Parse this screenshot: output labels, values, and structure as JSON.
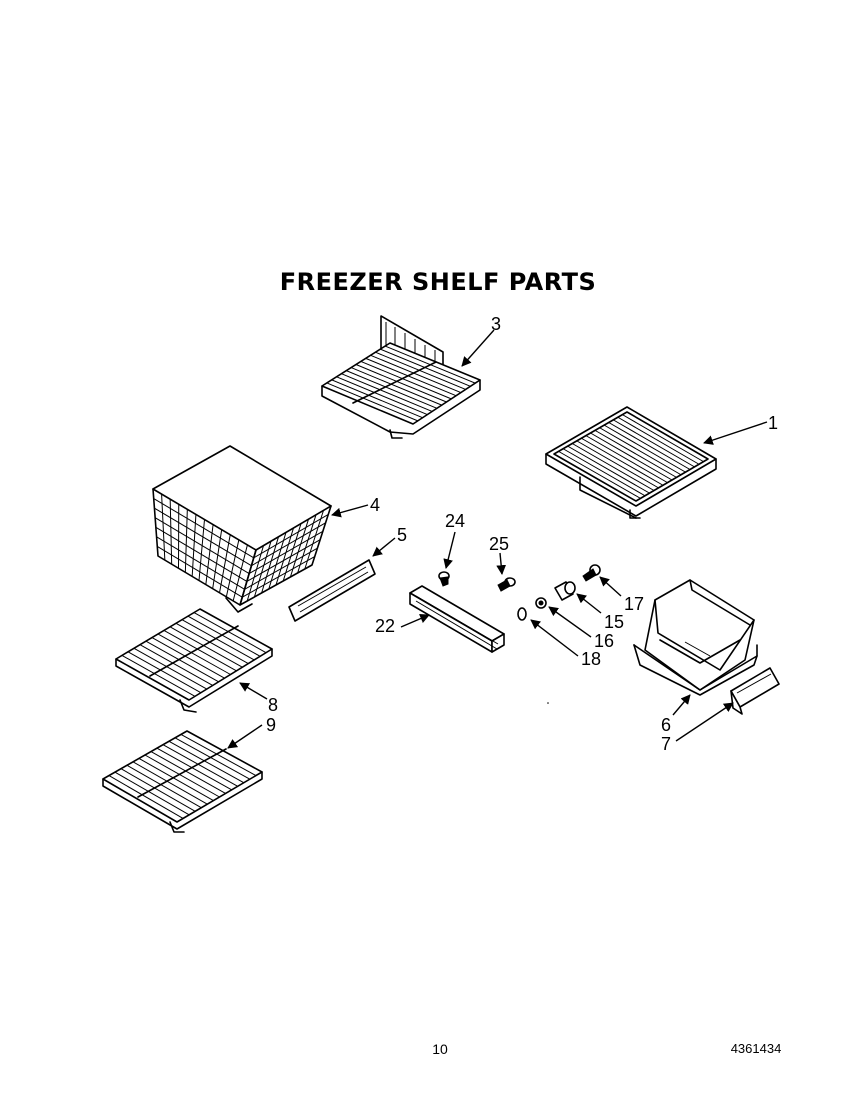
{
  "title": "FREEZER SHELF PARTS",
  "page_number": "10",
  "document_number": "4361434",
  "callouts": {
    "c1": "1",
    "c3": "3",
    "c4": "4",
    "c5": "5",
    "c6": "6",
    "c7": "7",
    "c8": "8",
    "c9": "9",
    "c15": "15",
    "c16": "16",
    "c17": "17",
    "c18": "18",
    "c22": "22",
    "c24": "24",
    "c25": "25"
  }
}
